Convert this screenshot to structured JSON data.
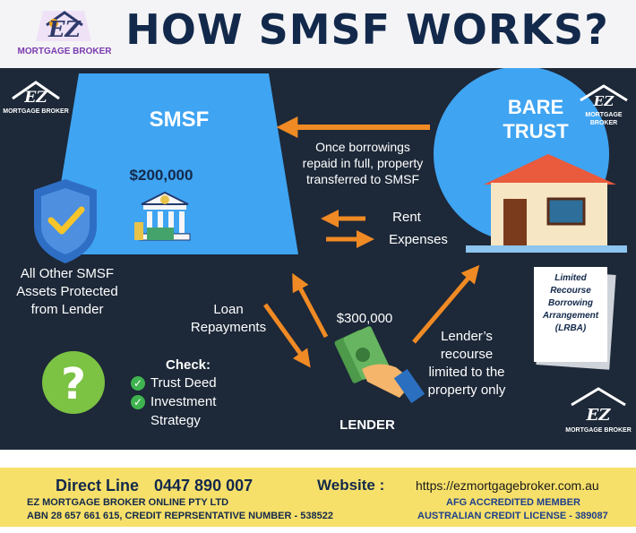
{
  "header": {
    "title": "HOW SMSF WORKS?",
    "logo_text": "EZ",
    "logo_subtitle": "MORTGAGE BROKER"
  },
  "diagram": {
    "smsf_label": "SMSF",
    "smsf_amount": "$200,000",
    "bare_trust_line1": "BARE",
    "bare_trust_line2": "TRUST",
    "transfer_note": [
      "Once borrowings",
      "repaid in full, property",
      "transferred to SMSF"
    ],
    "rent_label": "Rent",
    "expenses_label": "Expenses",
    "protected_note": [
      "All Other SMSF",
      "Assets Protected",
      "from Lender"
    ],
    "loan_repayments": [
      "Loan",
      "Repayments"
    ],
    "lender_amount": "$300,000",
    "lender_label": "LENDER",
    "recourse_note": [
      "Lender’s",
      "recourse",
      "limited to the",
      "property only"
    ],
    "check_title": "Check:",
    "check_items": [
      "Trust Deed",
      "Investment",
      "Strategy"
    ],
    "lrba_doc": [
      "Limited",
      "Recourse",
      "Borrowing",
      "Arrangement",
      "(LRBA)"
    ],
    "watermark_logo_text": "EZ",
    "watermark_logo_subtitle": "MORTGAGE BROKER"
  },
  "footer": {
    "direct_line_label": "Direct Line",
    "phone": "0447 890 007",
    "website_label": "Website :",
    "website": "https://ezmortgagebroker.com.au",
    "company": "EZ MORTGAGE BROKER ONLINE PTY LTD",
    "abn": "ABN 28 657 661 615, CREDIT REPRSENTATIVE NUMBER - 538522",
    "afg": "AFG ACCREDITED MEMBER",
    "license": "AUSTRALIAN CREDIT LICENSE - 389087"
  },
  "colors": {
    "navy": "#13294b",
    "panel": "#1d2838",
    "blue_shape": "#3fa4f2",
    "arrow": "#f08a24",
    "footer_band": "#f7e06a",
    "check_green": "#3fb34f",
    "question_green": "#7cc243"
  }
}
